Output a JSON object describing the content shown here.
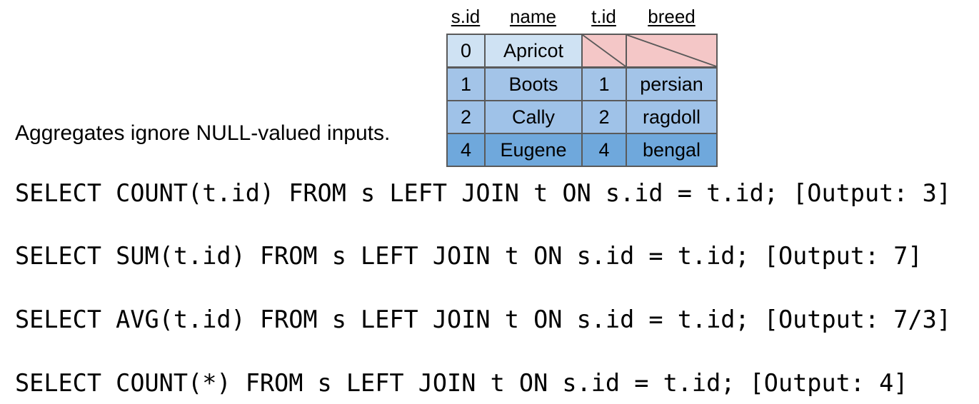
{
  "table": {
    "headers": [
      "s.id",
      "name",
      "t.id",
      "breed"
    ],
    "rows": [
      [
        "0",
        "Apricot",
        "NULL",
        "NULL"
      ],
      [
        "1",
        "Boots",
        "1",
        "persian"
      ],
      [
        "2",
        "Cally",
        "2",
        "ragdoll"
      ],
      [
        "4",
        "Eugene",
        "4",
        "bengal"
      ]
    ]
  },
  "row_colors": [
    "#cfe2f3",
    "#a3c4e8",
    "#9fc2e8",
    "#6fa8dc"
  ],
  "null_color": "#f4c7c7",
  "note": "Aggregates ignore NULL-valued inputs.",
  "queries": [
    "SELECT COUNT(t.id) FROM s LEFT JOIN t ON s.id = t.id; [Output: 3]",
    "SELECT SUM(t.id) FROM s LEFT JOIN t ON s.id = t.id; [Output: 7]",
    "SELECT AVG(t.id) FROM s LEFT JOIN t ON s.id = t.id; [Output: 7/3]",
    "SELECT COUNT(*) FROM s LEFT JOIN t ON s.id = t.id; [Output: 4]"
  ]
}
